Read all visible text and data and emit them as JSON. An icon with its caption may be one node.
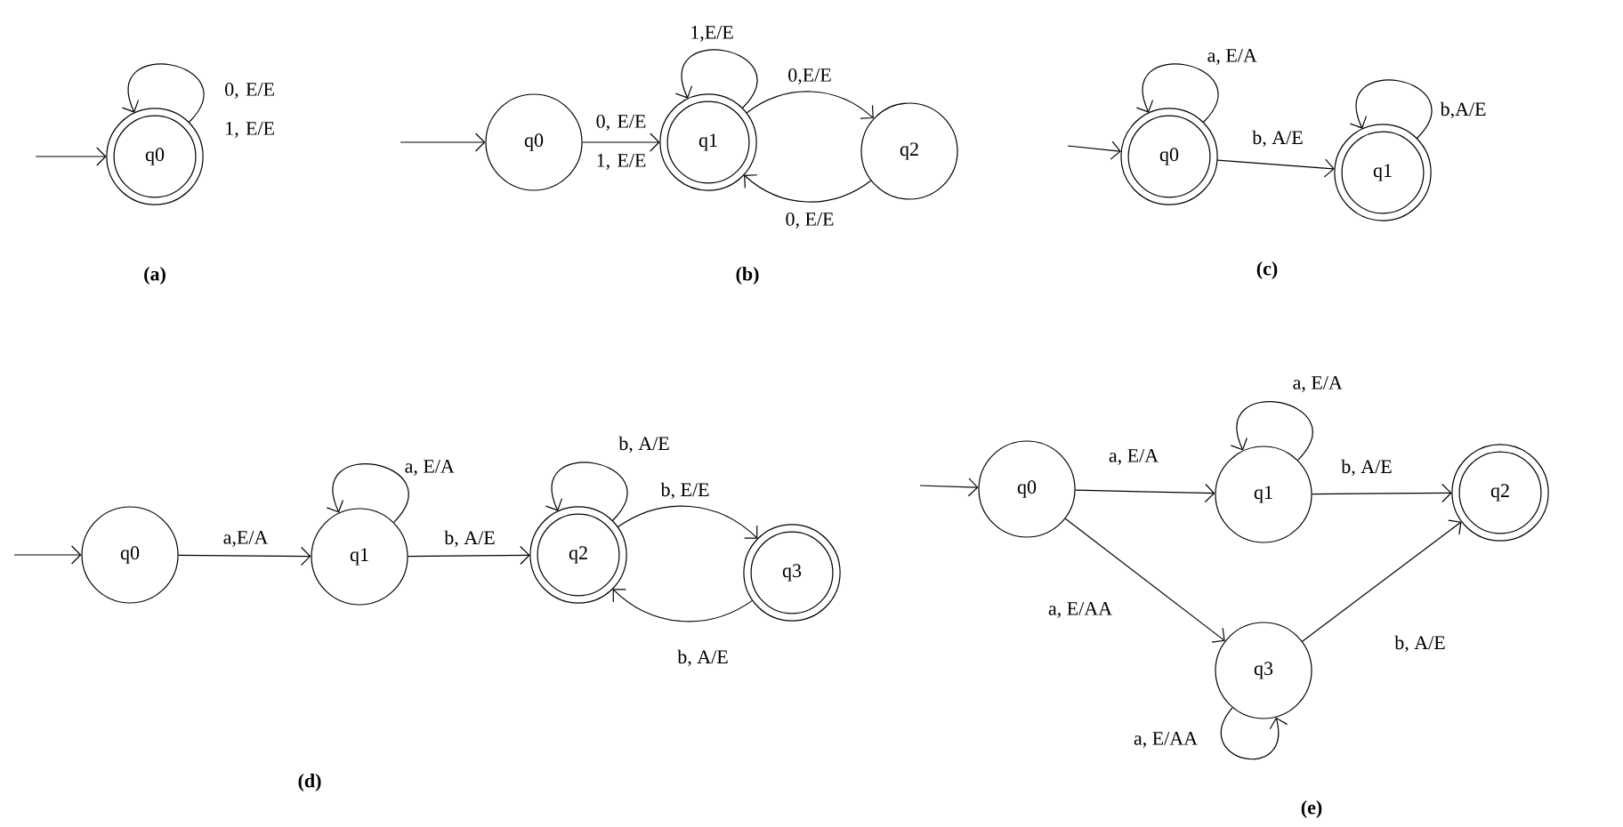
{
  "diagram": {
    "nodes": [
      {
        "text": [
          "q0"
        ]
      },
      {
        "text": [
          "q0"
        ]
      },
      {
        "text": [
          "q1"
        ]
      },
      {
        "text": [
          "q2"
        ]
      },
      {
        "text": [
          "q0"
        ]
      },
      {
        "text": [
          "q1"
        ]
      },
      {
        "text": [
          "q0"
        ]
      },
      {
        "text": [
          "q1"
        ]
      },
      {
        "text": [
          "q2"
        ]
      },
      {
        "text": [
          "q3"
        ]
      },
      {
        "text": [
          "q0"
        ]
      },
      {
        "text": [
          "q1"
        ]
      },
      {
        "text": [
          "q2"
        ]
      },
      {
        "text": [
          "q3"
        ]
      }
    ],
    "edges": [
      {
        "from": null,
        "to": 0,
        "arrow": "to"
      },
      {
        "from": 0,
        "to": 0,
        "arrow": "to",
        "label": "0, E/E 1, E/E"
      },
      {
        "from": null,
        "to": 1,
        "arrow": "to"
      },
      {
        "from": 1,
        "to": 2,
        "arrow": "to",
        "label": "0, E/E 1, E/E"
      },
      {
        "from": 2,
        "to": 2,
        "arrow": "to",
        "label": "1,E/E"
      },
      {
        "from": 2,
        "to": 3,
        "arrow": "to",
        "label": "0,E/E"
      },
      {
        "from": 3,
        "to": 2,
        "arrow": "to",
        "label": "0, E/E"
      },
      {
        "from": null,
        "to": 4,
        "arrow": "to"
      },
      {
        "from": 4,
        "to": 4,
        "arrow": "to",
        "label": "a, E/A"
      },
      {
        "from": 4,
        "to": 5,
        "arrow": "to",
        "label": "b, A/E"
      },
      {
        "from": 5,
        "to": 5,
        "arrow": "to",
        "label": "b,A/E"
      },
      {
        "from": null,
        "to": 6,
        "arrow": "to"
      },
      {
        "from": 6,
        "to": 7,
        "arrow": "to",
        "label": "a,E/A"
      },
      {
        "from": 7,
        "to": 7,
        "arrow": "to",
        "label": "a, E/A"
      },
      {
        "from": 7,
        "to": 8,
        "arrow": "to",
        "label": "b, A/E"
      },
      {
        "from": 8,
        "to": 8,
        "arrow": "to",
        "label": "b, A/E"
      },
      {
        "from": 8,
        "to": 9,
        "arrow": "to",
        "label": "b, E/E"
      },
      {
        "from": 9,
        "to": 8,
        "arrow": "to",
        "label": "b, A/E"
      },
      {
        "from": null,
        "to": 10,
        "arrow": "to"
      },
      {
        "from": 10,
        "to": 11,
        "arrow": "to",
        "label": "a, E/A"
      },
      {
        "from": 11,
        "to": 11,
        "arrow": "to",
        "label": "a, E/A"
      },
      {
        "from": 11,
        "to": 12,
        "arrow": "to",
        "label": "b, A/E"
      },
      {
        "from": 10,
        "to": 13,
        "arrow": "to",
        "label": "a, E/AA"
      },
      {
        "from": 13,
        "to": 13,
        "arrow": "to",
        "label": "a, E/AA"
      },
      {
        "from": 13,
        "to": 12,
        "arrow": "to",
        "label": "b, A/E"
      }
    ],
    "labels": [
      "(a)",
      "(b)",
      "(c)",
      "(d)",
      "(e)"
    ]
  }
}
